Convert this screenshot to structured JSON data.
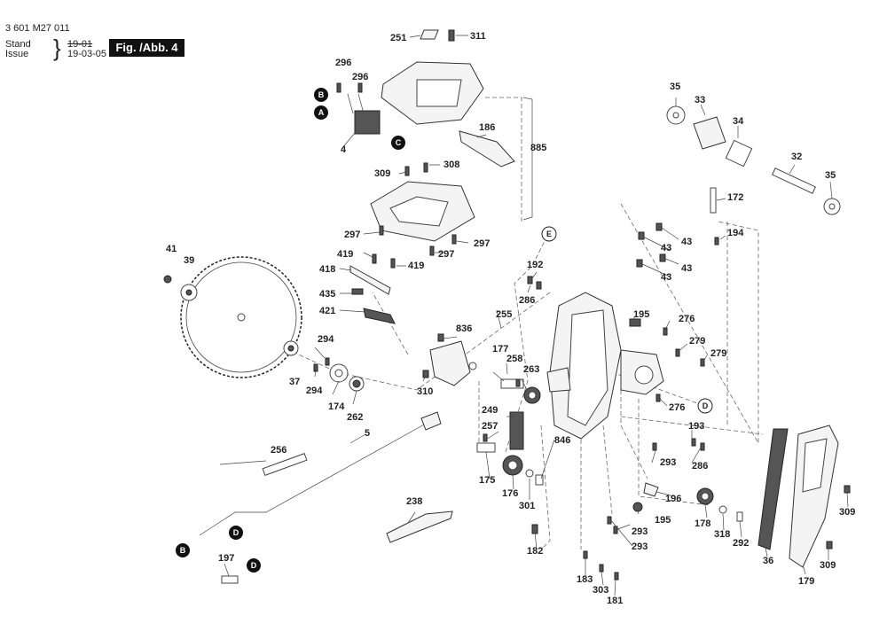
{
  "header": {
    "doc_number": "3 601 M27 011",
    "stand_label": "Stand",
    "issue_label": "Issue",
    "stand_value": "19-01",
    "issue_value": "19-03-05",
    "figure": "Fig. /Abb. 4"
  },
  "labels": {
    "p251": "251",
    "p311": "311",
    "p296a": "296",
    "p296b": "296",
    "p186": "186",
    "p885": "885",
    "p4": "4",
    "p309a": "309",
    "p308": "308",
    "p297a": "297",
    "p297b": "297",
    "p297c": "297",
    "p41": "41",
    "p39": "39",
    "p419a": "419",
    "p419b": "419",
    "p418": "418",
    "p435": "435",
    "p421": "421",
    "p37": "37",
    "p294a": "294",
    "p294b": "294",
    "p174": "174",
    "p262": "262",
    "p310": "310",
    "p836": "836",
    "p255": "255",
    "p192": "192",
    "p286a": "286",
    "p177": "177",
    "p258": "258",
    "p263": "263",
    "p249": "249",
    "p257": "257",
    "p846": "846",
    "p175": "175",
    "p176": "176",
    "p301": "301",
    "p256": "256",
    "p5": "5",
    "p238": "238",
    "p197": "197",
    "p182": "182",
    "p183": "183",
    "p303": "303",
    "p181": "181",
    "p35a": "35",
    "p33": "33",
    "p34": "34",
    "p32": "32",
    "p35b": "35",
    "p172": "172",
    "p194": "194",
    "p43a": "43",
    "p43b": "43",
    "p43c": "43",
    "p43d": "43",
    "p195a": "195",
    "p276a": "276",
    "p279a": "279",
    "p279b": "279",
    "p276b": "276",
    "p193": "193",
    "p286b": "286",
    "p293a": "293",
    "p293b": "293",
    "p293c": "293",
    "p196": "196",
    "p195b": "195",
    "p178": "178",
    "p318": "318",
    "p292": "292",
    "p36": "36",
    "p179": "179",
    "p309b": "309",
    "p309c": "309"
  },
  "markers": {
    "A": "A",
    "B": "B",
    "C": "C",
    "D": "D",
    "E": "E"
  }
}
